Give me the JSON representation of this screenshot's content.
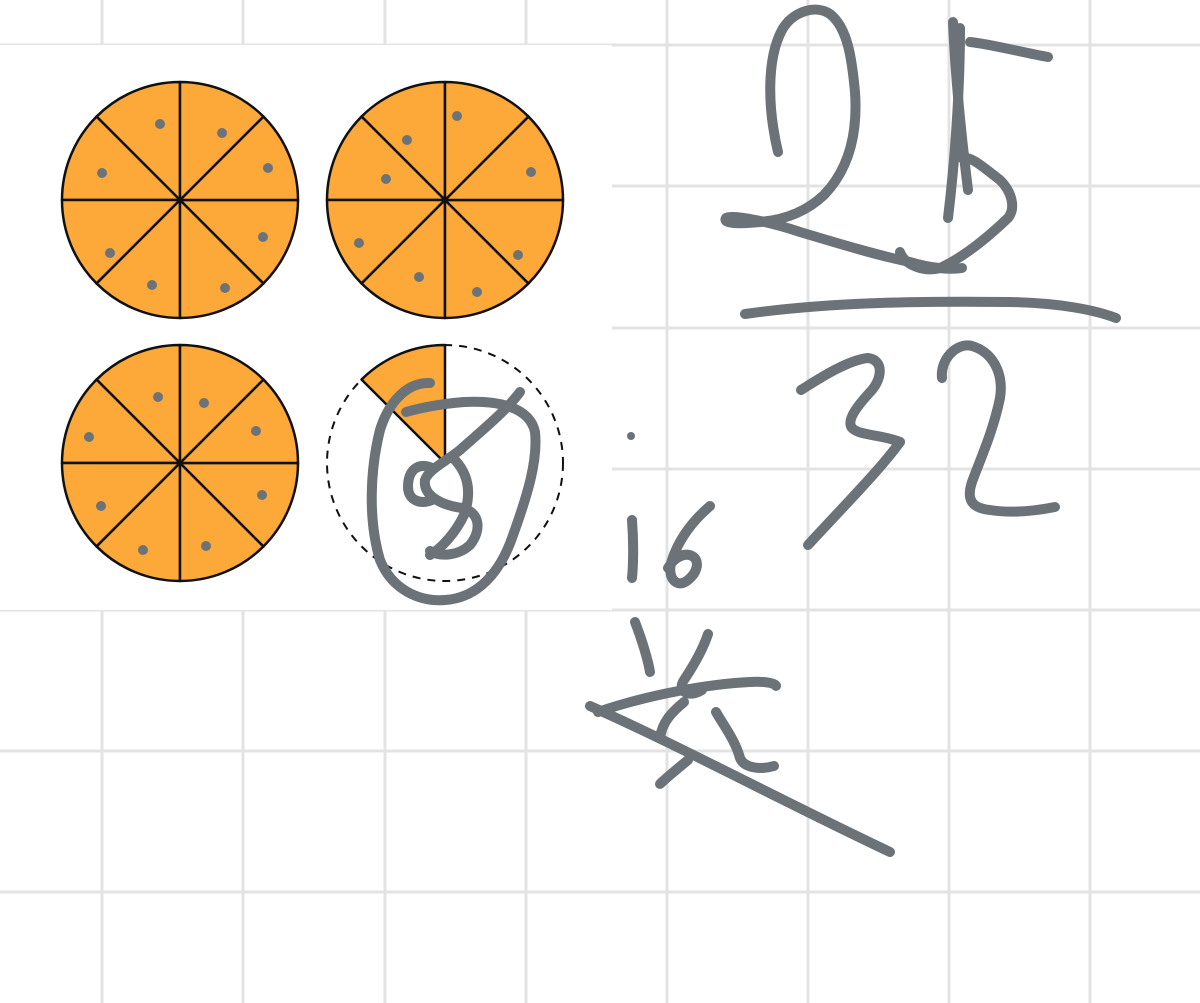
{
  "colors": {
    "background": "#ffffff",
    "grid": "#e3e3e3",
    "slice_fill": "#fca93a",
    "slice_stroke": "#111111",
    "dot": "#6b7378",
    "ink": "#6b7378",
    "dashed_outline": "#111111"
  },
  "pies": [
    {
      "name": "pie-top-left",
      "slices": 8,
      "filled": 8,
      "dots": 8
    },
    {
      "name": "pie-top-right",
      "slices": 8,
      "filled": 8,
      "dots": 8
    },
    {
      "name": "pie-bottom-left",
      "slices": 8,
      "filled": 8,
      "dots": 8
    },
    {
      "name": "pie-bottom-right",
      "slices": 8,
      "filled": 1,
      "dots": 0,
      "dashed_remainder": true
    }
  ],
  "handwriting": [
    {
      "name": "fraction-numerator",
      "text": "25"
    },
    {
      "name": "fraction-denominator",
      "text": "32"
    },
    {
      "name": "scribble-16",
      "text": "16"
    },
    {
      "name": "scribble-circled-8",
      "text": "8"
    },
    {
      "name": "crossed-out-scribble",
      "text": ""
    }
  ]
}
